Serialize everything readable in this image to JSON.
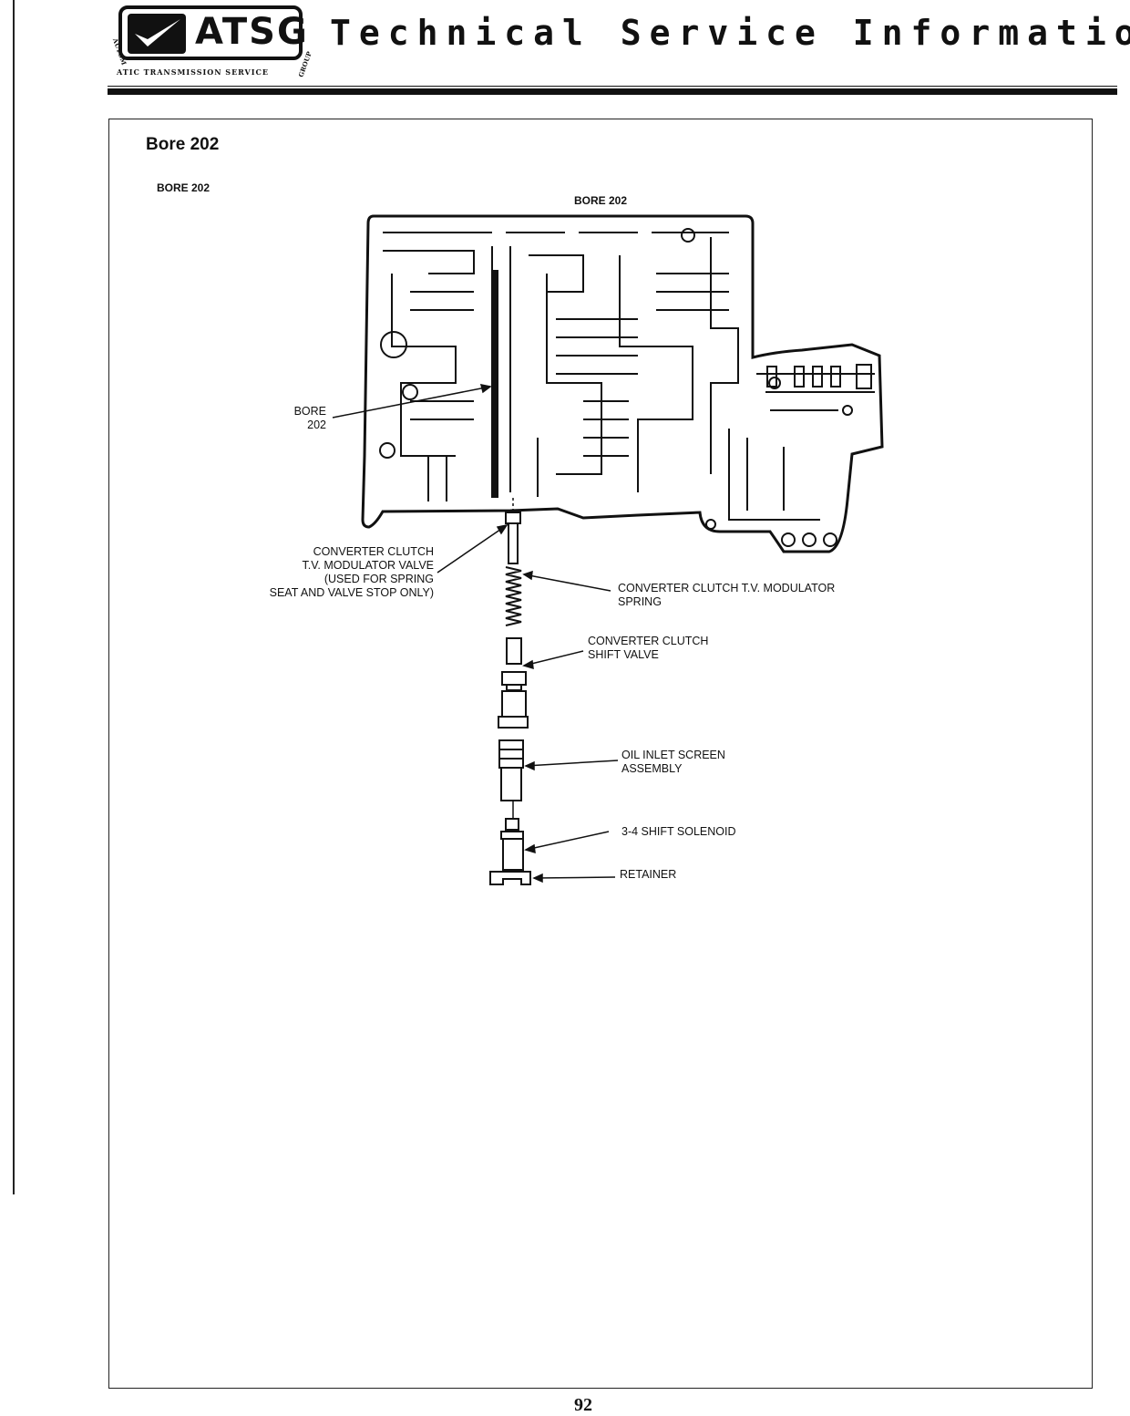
{
  "header": {
    "logo_text": "ATSG",
    "logo_subtext": "ATIC TRANSMISSION SERVICE",
    "logo_side_left": "AUTOM",
    "logo_side_right": "GROUP",
    "title": "Technical Service Information"
  },
  "section": {
    "title": "Bore 202",
    "figure_label": "BORE 202",
    "diagram_top_label": "BORE 202"
  },
  "callouts": {
    "bore_label": "BORE\n202",
    "tv_modulator_valve": "CONVERTER CLUTCH\nT.V. MODULATOR VALVE\n(USED FOR SPRING\nSEAT AND VALVE STOP ONLY)",
    "tv_modulator_spring": "CONVERTER CLUTCH T.V. MODULATOR\nSPRING",
    "shift_valve": "CONVERTER CLUTCH\nSHIFT VALVE",
    "oil_inlet_screen": "OIL INLET SCREEN\nASSEMBLY",
    "shift_solenoid": "3-4 SHIFT SOLENOID",
    "retainer": "RETAINER"
  },
  "footer": {
    "page_number": "92"
  }
}
